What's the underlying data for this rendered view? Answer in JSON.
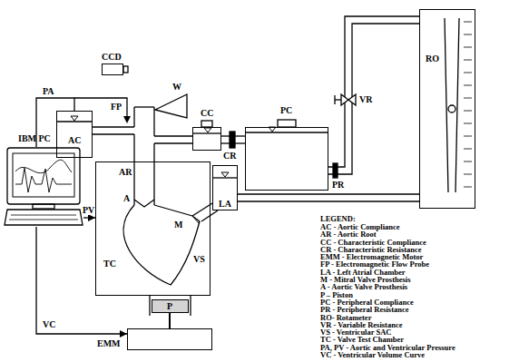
{
  "diagram": {
    "nodes": [
      {
        "text": [
          "IBM PC"
        ]
      },
      {
        "text": [
          "CCD"
        ]
      },
      {
        "text": [
          "AC"
        ]
      },
      {
        "text": [
          "CC"
        ]
      },
      {
        "text": [
          "PC"
        ]
      },
      {
        "text": [
          "RO"
        ]
      },
      {
        "text": [
          "LA"
        ]
      },
      {
        "text": [
          "TC"
        ]
      },
      {
        "text": [
          "P"
        ]
      },
      {
        "text": [
          "EMM"
        ]
      }
    ],
    "edges": [
      {
        "from": 0,
        "to": 2,
        "label": "PA",
        "arrow": "none"
      },
      {
        "from": 0,
        "to": 7,
        "label": "PV",
        "arrow": "to"
      },
      {
        "from": 0,
        "to": 9,
        "label": "VC",
        "arrow": "to"
      }
    ],
    "labels": [
      "W",
      "FP",
      "AR",
      "A",
      "CR",
      "VR",
      "PR",
      "M",
      "VS",
      "LEGEND:"
    ],
    "legend": [
      {
        "text": "AC - Aortic Compliance"
      },
      {
        "text": "AR - Aortic Root"
      },
      {
        "text": "CC - Characteristic Compliance"
      },
      {
        "text": "CR - Characteristic Resistance"
      },
      {
        "text": "EMM - Electromagnetic Motor"
      },
      {
        "text": "FP - Electromagnetic Flow Probe"
      },
      {
        "text": "LA - Left Atrial Chamber"
      },
      {
        "text": "M - Mitral Valve Prosthesis"
      },
      {
        "text": "A - Aortic Valve Prosthesis"
      },
      {
        "text": "P – Piston"
      },
      {
        "text": "PC - Peripheral Compliance"
      },
      {
        "text": "PR - Peripheral Resistance"
      },
      {
        "text": "RO- Rotameter"
      },
      {
        "text": "VR - Variable Resistance"
      },
      {
        "text": "VS - Ventricular SAC"
      },
      {
        "text": "TC - Valve Test Chamber"
      },
      {
        "text": "PA, PV - Aortic and Ventricular Pressure"
      },
      {
        "text": "VC - Ventricular Volume Curve"
      }
    ]
  }
}
